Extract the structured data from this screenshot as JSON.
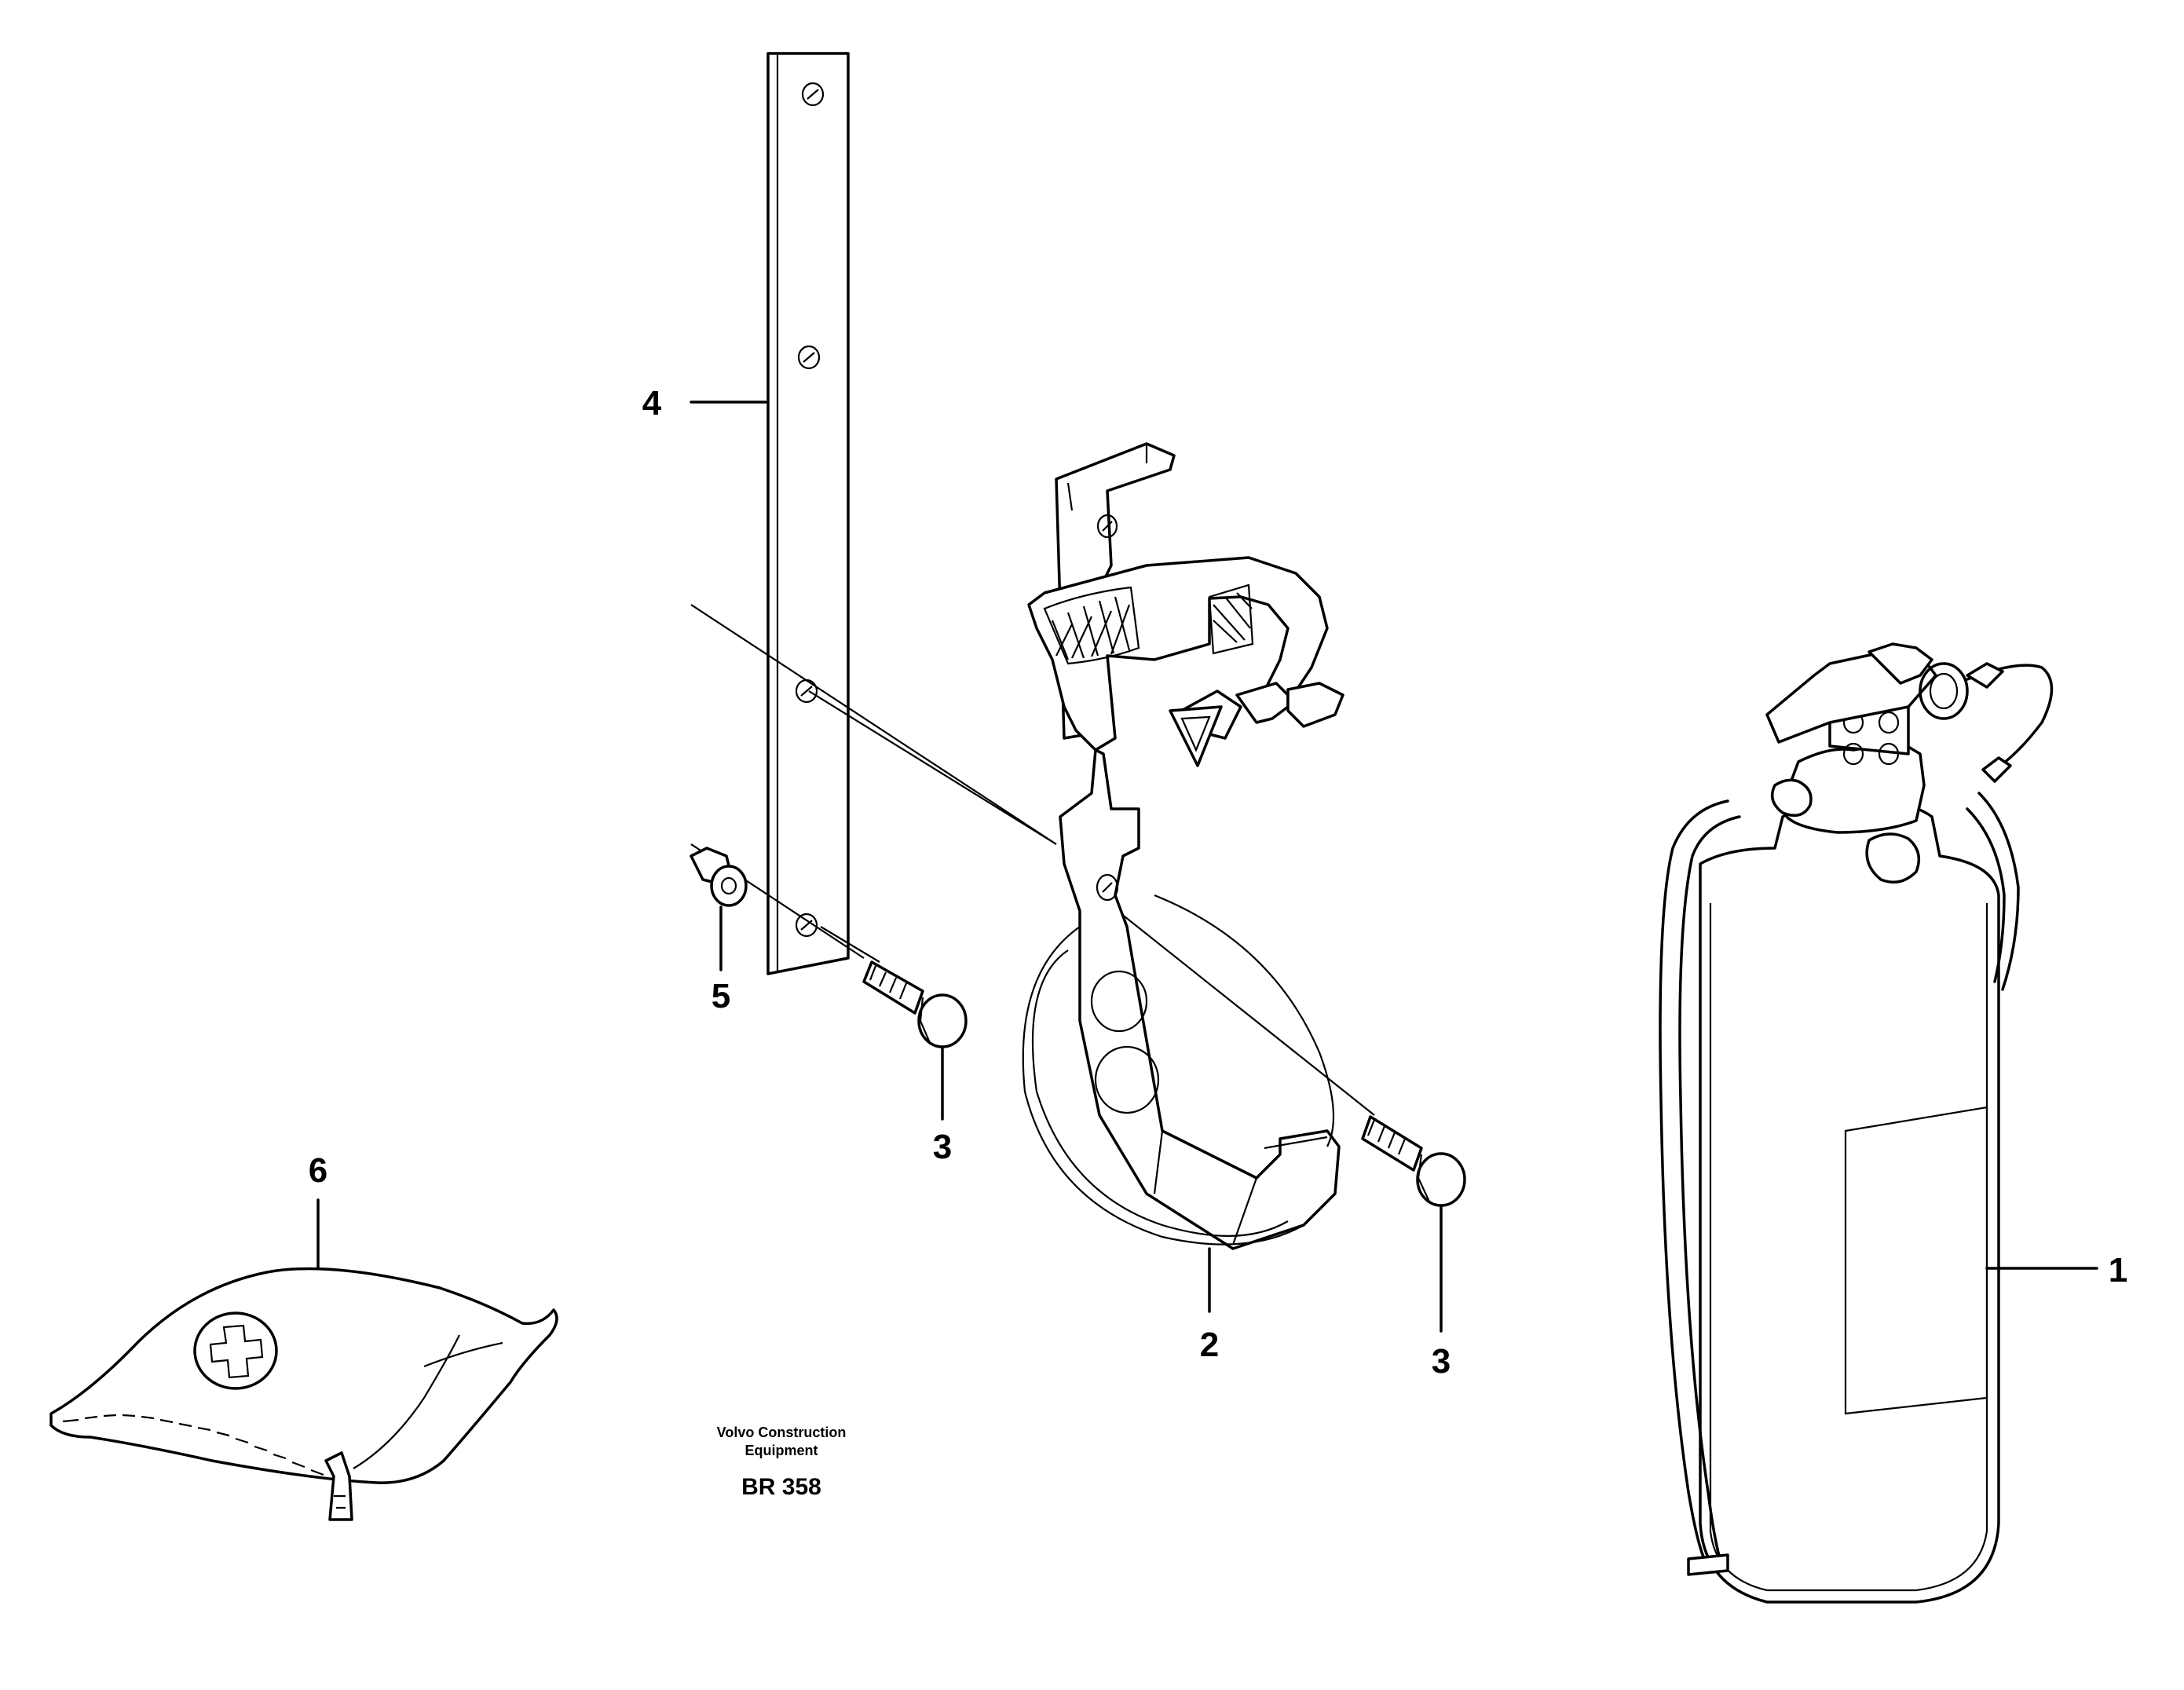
{
  "callouts": [
    {
      "id": "1",
      "label": "1"
    },
    {
      "id": "2",
      "label": "2"
    },
    {
      "id": "3a",
      "label": "3"
    },
    {
      "id": "3b",
      "label": "3"
    },
    {
      "id": "4",
      "label": "4"
    },
    {
      "id": "5",
      "label": "5"
    },
    {
      "id": "6",
      "label": "6"
    }
  ],
  "caption": {
    "line1": "Volvo Construction",
    "line2": "Equipment",
    "reference": "BR 358"
  }
}
